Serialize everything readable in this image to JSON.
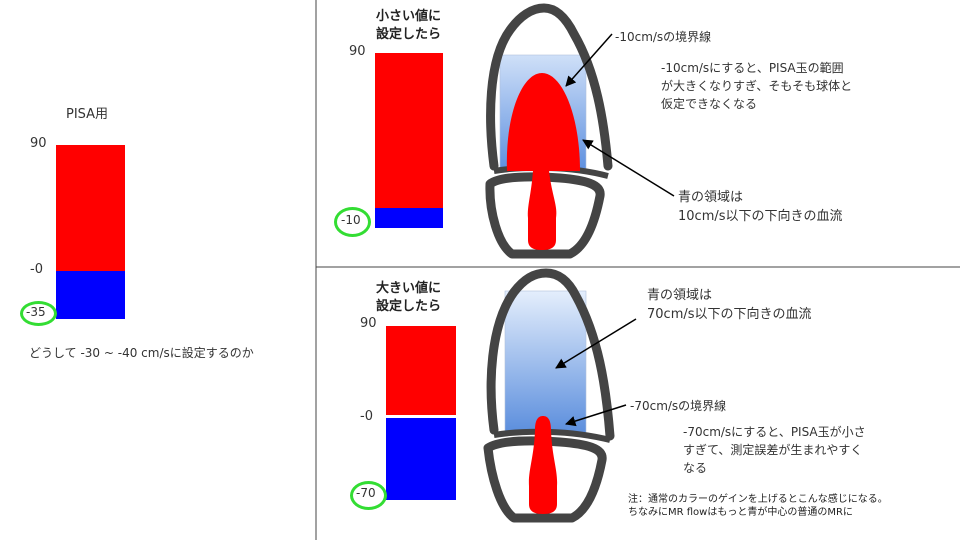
{
  "left_panel": {
    "title": "PISA用",
    "max_label": "90",
    "zero_label": "-0",
    "min_label": "-35",
    "question": "どうして -30 ~ -40 cm/sに設定するのか"
  },
  "top_panel": {
    "heading_line1": "小さい値に",
    "heading_line2": "設定したら",
    "max_label": "90",
    "min_label": "-10",
    "boundary_label": "-10cm/sの境界線",
    "explain_line1": "-10cm/sにすると、PISA玉の範囲",
    "explain_line2": "が大きくなりすぎ、そもそも球体と",
    "explain_line3": "仮定できなくなる",
    "blue_region_line1": "青の領域は",
    "blue_region_line2": "10cm/s以下の下向きの血流"
  },
  "bottom_panel": {
    "heading_line1": "大きい値に",
    "heading_line2": "設定したら",
    "max_label": "90",
    "zero_label": "-0",
    "min_label": "-70",
    "blue_region_line1": "青の領域は",
    "blue_region_line2": "70cm/s以下の下向きの血流",
    "boundary_label": "-70cm/sの境界線",
    "explain_line1": "-70cm/sにすると、PISA玉が小さ",
    "explain_line2": "すぎて、測定誤差が生まれやすく",
    "explain_line3": "なる",
    "note_line1": "注：通常のカラーのゲインを上げるとこんな感じになる。",
    "note_line2": "ちなみにMR flowはもっと青が中心の普通のMRに"
  },
  "colors": {
    "red": "#ff0000",
    "blue": "#0000ff",
    "ring": "#33dd33",
    "outline": "#444444"
  }
}
